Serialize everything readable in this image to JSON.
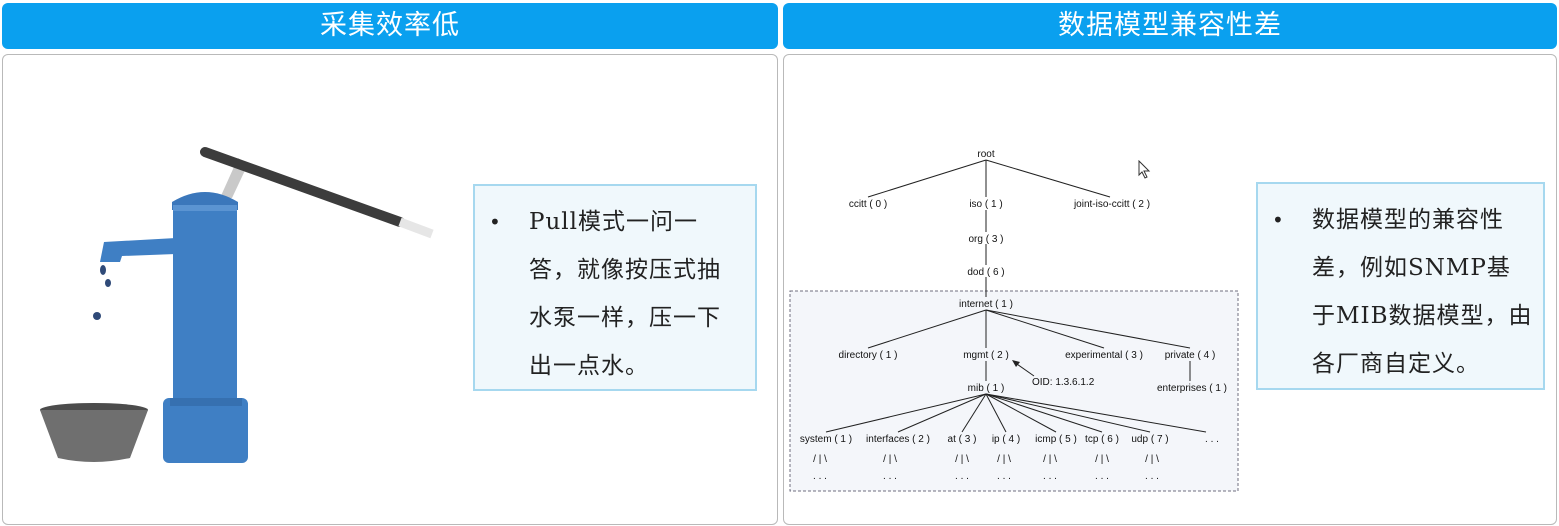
{
  "left_panel": {
    "title": "采集效率低",
    "bullet": "•",
    "callout": "Pull模式一问一答，就像按压式抽水泵一样，压一下出一点水。"
  },
  "right_panel": {
    "title": "数据模型兼容性差",
    "bullet": "•",
    "callout": "数据模型的兼容性差，例如SNMP基于MIB数据模型，由各厂商自定义。"
  },
  "mib_tree": {
    "root": "root",
    "ccitt": "ccitt ( 0 )",
    "iso": "iso ( 1 )",
    "joint": "joint-iso-ccitt ( 2 )",
    "org": "org ( 3 )",
    "dod": "dod ( 6 )",
    "internet": "internet ( 1 )",
    "directory": "directory ( 1 )",
    "mgmt": "mgmt ( 2 )",
    "experimental": "experimental ( 3 )",
    "private": "private ( 4 )",
    "enterprises": "enterprises ( 1 )",
    "oid": "OID: 1.3.6.1.2",
    "mib": "mib ( 1 )",
    "system": "system ( 1 )",
    "interfaces": "interfaces ( 2 )",
    "at": "at ( 3 )",
    "ip": "ip ( 4 )",
    "icmp": "icmp ( 5 )",
    "tcp": "tcp ( 6 )",
    "udp": "udp ( 7 )",
    "more": ". . .",
    "branch_glyph": "/ | \\",
    "branch_dots": ". . ."
  },
  "colors": {
    "header_bg": "#0aa0ef",
    "callout_bg": "#f0f8fc",
    "callout_border": "#a6d8ef",
    "pump_blue": "#3f7fc4",
    "bucket_gray": "#6f6f6f"
  }
}
